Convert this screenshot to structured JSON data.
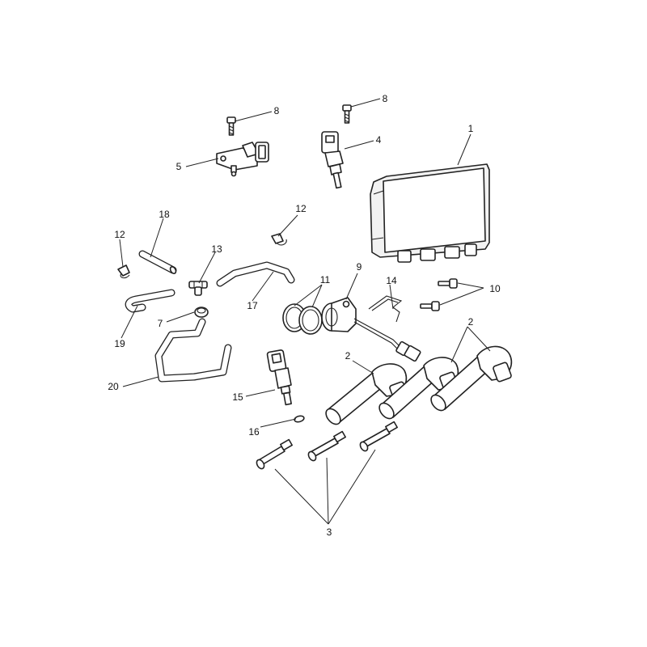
{
  "colors": {
    "line": "#222222",
    "background": "#ffffff"
  },
  "labels": [
    {
      "id": "l1",
      "text": "1"
    },
    {
      "id": "l2a",
      "text": "2"
    },
    {
      "id": "l2b",
      "text": "2"
    },
    {
      "id": "l3",
      "text": "3"
    },
    {
      "id": "l4",
      "text": "4"
    },
    {
      "id": "l5",
      "text": "5"
    },
    {
      "id": "l7",
      "text": "7"
    },
    {
      "id": "l8a",
      "text": "8"
    },
    {
      "id": "l8b",
      "text": "8"
    },
    {
      "id": "l9",
      "text": "9"
    },
    {
      "id": "l10",
      "text": "10"
    },
    {
      "id": "l11",
      "text": "11"
    },
    {
      "id": "l12a",
      "text": "12"
    },
    {
      "id": "l12b",
      "text": "12"
    },
    {
      "id": "l13",
      "text": "13"
    },
    {
      "id": "l14",
      "text": "14"
    },
    {
      "id": "l15",
      "text": "15"
    },
    {
      "id": "l16",
      "text": "16"
    },
    {
      "id": "l17",
      "text": "17"
    },
    {
      "id": "l18",
      "text": "18"
    },
    {
      "id": "l19",
      "text": "19"
    },
    {
      "id": "l20",
      "text": "20"
    }
  ]
}
